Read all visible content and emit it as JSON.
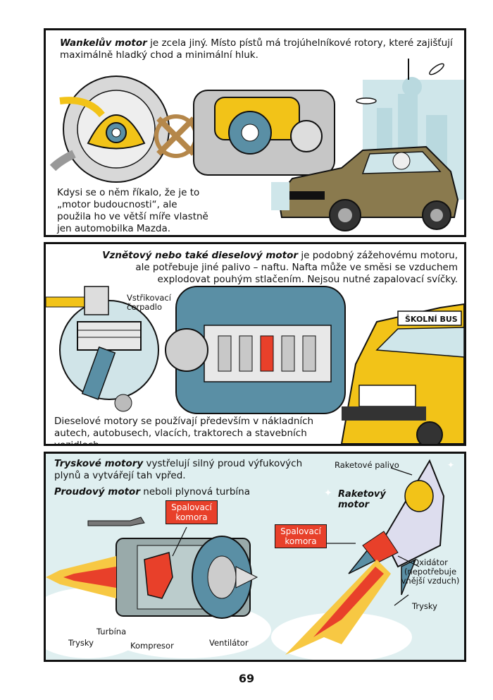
{
  "panel1": {
    "intro_bold": "Wankelův motor",
    "intro_rest": " je zcela jiný. Místo pístů má trojúhelníkové rotory, které zajišťují maximálně hladký chod a minimální hluk.",
    "caption": "Kdysi se o něm říkalo, že je to „motor budoucnosti“, ale použila ho ve větší míře vlastně jen automobilka Mazda."
  },
  "panel2": {
    "intro_bold": "Vznětový nebo také dieselový motor",
    "intro_rest": " je podobný zážehovému motoru, ale potřebuje jiné palivo – naftu. Nafta může ve směsi se vzduchem explodovat pouhým stlačením. Nejsou nutné zapalovací svíčky.",
    "pump_label": "Vstřikovací čerpadlo",
    "bus_sign": "ŠKOLNÍ BUS",
    "caption": "Dieselové motory se používají především v nákladních autech, autobusech, vlacích, traktorech a stavebních vozidlech."
  },
  "panel3": {
    "intro_bold": "Tryskové motory",
    "intro_rest": " vystřelují silný proud výfukových plynů a vytvářejí tah vpřed.",
    "turbine_bold": "Proudový motor",
    "turbine_rest": " neboli plynová turbína",
    "combustion_left": "Spalovací komora",
    "combustion_right": "Spalovací komora",
    "rocket_fuel": "Raketové palivo",
    "rocket_engine": "Raketový motor",
    "oxidizer": "Oxidátor (nepotřebuje vnější vzduch)",
    "nozzles_right": "Trysky",
    "nozzles_left": "Trysky",
    "turbine": "Turbína",
    "compressor": "Kompresor",
    "fan": "Ventilátor"
  },
  "page_number": "69",
  "colors": {
    "olive_car": "#8a7a4e",
    "engine_blue": "#5a8fa5",
    "bus_yellow": "#f2c318",
    "flame_red": "#e8402a",
    "sky_blue": "#dfeff0"
  }
}
